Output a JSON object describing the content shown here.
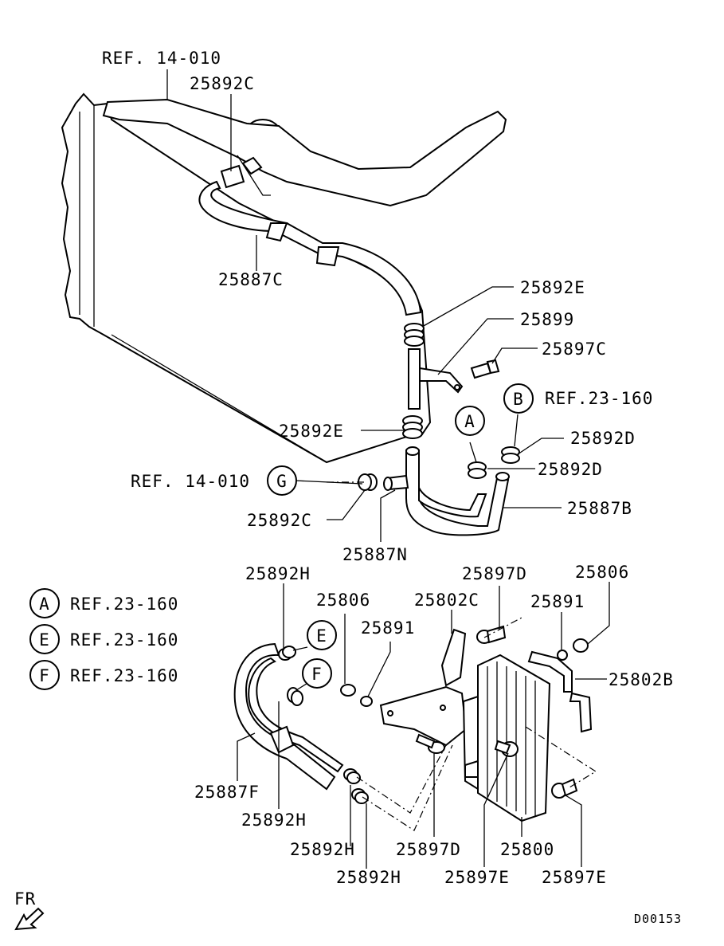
{
  "callouts": {
    "ref_14_010_top": "REF. 14-010",
    "p25892C_top": "25892C",
    "p25887C": "25887C",
    "p25892E_top": "25892E",
    "p25899": "25899",
    "p25897C": "25897C",
    "ref_23_160_b": "REF.23-160",
    "p25892E_mid": "25892E",
    "p25892D_a": "25892D",
    "ref_14_010_g": "REF. 14-010",
    "p25892D_b": "25892D",
    "p25887B": "25887B",
    "p25892C_bot": "25892C",
    "p25887N": "25887N",
    "p25892H_top": "25892H",
    "p25806_left": "25806",
    "p25802C": "25802C",
    "p25897D_top": "25897D",
    "p25806_right": "25806",
    "p25891_left": "25891",
    "p25891_right": "25891",
    "p25802B": "25802B",
    "p25887F": "25887F",
    "p25892H_mid": "25892H",
    "p25892H_bot1": "25892H",
    "p25897D_bot": "25897D",
    "p25800": "25800",
    "p25892H_bot2": "25892H",
    "p25897E_left": "25897E",
    "p25897E_right": "25897E"
  },
  "markers": {
    "A": "A",
    "B": "B",
    "G": "G",
    "E": "E",
    "F": "F"
  },
  "legend": [
    {
      "marker": "A",
      "ref": "REF.23-160"
    },
    {
      "marker": "E",
      "ref": "REF.23-160"
    },
    {
      "marker": "F",
      "ref": "REF.23-160"
    }
  ],
  "footer": {
    "direction": "FR",
    "drawing_code": "D00153"
  }
}
